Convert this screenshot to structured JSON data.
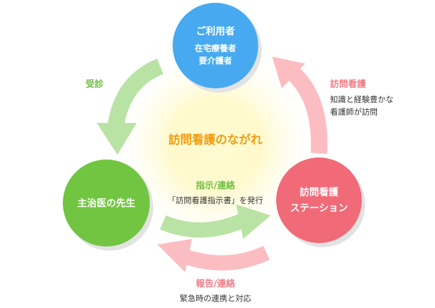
{
  "center": {
    "title": "訪問看護のながれ"
  },
  "nodes": {
    "user": {
      "title": "ご利用者",
      "lines": [
        "在宅療養者",
        "要介護者"
      ],
      "color": "#47aaf0"
    },
    "doctor": {
      "title": "主治医の先生",
      "color": "#72c541"
    },
    "station": {
      "title_line1": "訪問看護",
      "title_line2": "ステーション",
      "color": "#f16a78"
    }
  },
  "arrows": {
    "consult": {
      "label": "受診",
      "color": "#b9e3a5"
    },
    "visit": {
      "label": "訪問看護",
      "desc_line1": "知識と経験豊かな",
      "desc_line2": "看護師が訪問",
      "color": "#fbbdc2"
    },
    "instruct": {
      "label": "指示/連絡",
      "desc": "「訪問看護指示書」を発行",
      "color": "#b9e3a5"
    },
    "report": {
      "label": "報告/連絡",
      "desc": "緊急時の連携と対応",
      "color": "#fbbdc2"
    }
  }
}
